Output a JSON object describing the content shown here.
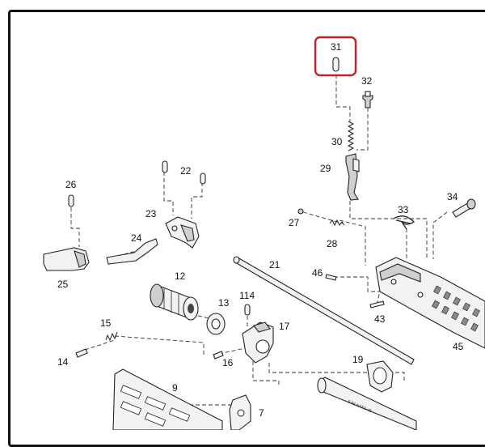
{
  "diagram": {
    "highlight_color": "#c8202c",
    "highlighted_part": "31",
    "labels": {
      "p31": "31",
      "p32": "32",
      "p30": "30",
      "p29": "29",
      "p34": "34",
      "p33": "33",
      "p26": "26",
      "p22": "22",
      "p23": "23",
      "p27": "27",
      "p28": "28",
      "p24": "24",
      "p21": "21",
      "p46": "46",
      "p25": "25",
      "p12": "12",
      "p114": "114",
      "p13": "13",
      "p43": "43",
      "p15": "15",
      "p17": "17",
      "p45": "45",
      "p14": "14",
      "p16": "16",
      "p19": "19",
      "p9": "9",
      "p7": "7"
    },
    "barrel_marking": "5.56 NATO 45"
  }
}
